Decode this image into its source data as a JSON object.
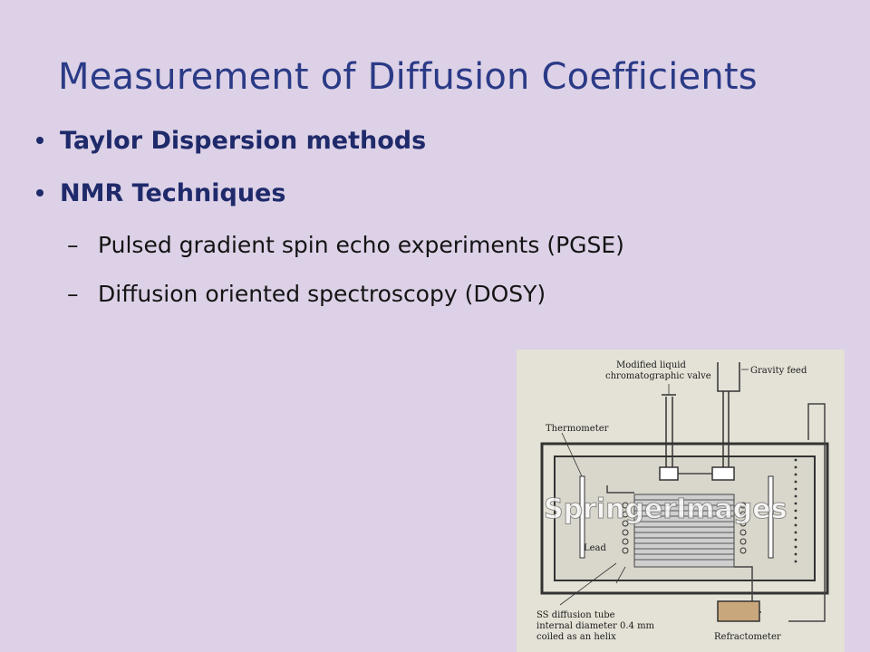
{
  "slide": {
    "title": "Measurement of Diffusion Coefficients",
    "bullets": [
      {
        "text": "Taylor Dispersion methods"
      },
      {
        "text": "NMR Techniques"
      }
    ],
    "sub_bullets": [
      {
        "text": "Pulsed gradient spin echo experiments (PGSE)"
      },
      {
        "text": "Diffusion oriented spectroscopy (DOSY)"
      }
    ],
    "dash_glyph": "–"
  },
  "figure": {
    "labels": {
      "valve_line1": "Modified liquid",
      "valve_line2": "chromatographic valve",
      "gravity": "Gravity feed",
      "thermometer": "Thermometer",
      "lead": "Lead",
      "tube_line1": "SS diffusion tube",
      "tube_line2": "internal diameter 0.4 mm",
      "tube_line3": "coiled as an helix",
      "refractometer": "Refractometer"
    },
    "watermark": "SpringerImages"
  },
  "colors": {
    "background": "#dcd1e6",
    "title": "#2a3a86",
    "bullet": "#1f2a6b",
    "sub_text": "#141414"
  }
}
